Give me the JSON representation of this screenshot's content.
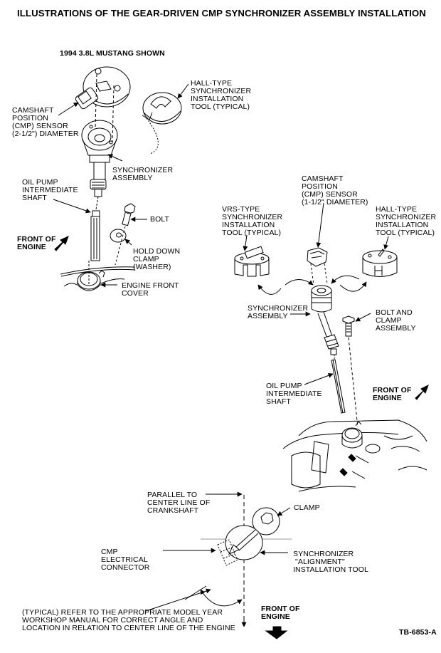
{
  "title": "ILLUSTRATIONS OF THE GEAR-DRIVEN CMP SYNCHRONIZER ASSEMBLY INSTALLATION",
  "figure_id": "TB-6853-A",
  "left_view": {
    "subtitle": "1994 3.8L MUSTANG SHOWN",
    "labels": {
      "cmp_sensor": "CAMSHAFT\nPOSITION\n(CMP) SENSOR\n(2-1/2\") DIAMETER",
      "hall_tool": "HALL-TYPE\nSYNCHRONIZER\nINSTALLATION\nTOOL (TYPICAL)",
      "synchronizer": "SYNCHRONIZER\nASSEMBLY",
      "oil_pump_shaft": "OIL PUMP\nINTERMEDIATE\nSHAFT",
      "bolt": "BOLT",
      "front_of_engine": "FRONT OF\nENGINE",
      "hold_down_clamp": "HOLD DOWN\nCLAMP\n(WASHER)",
      "engine_front_cover": "ENGINE FRONT\nCOVER"
    }
  },
  "right_view": {
    "labels": {
      "cmp_sensor": "CAMSHAFT\nPOSITION\n(CMP) SENSOR\n(1-1/2\" DIAMETER)",
      "vrs_tool": "VRS-TYPE\nSYNCHRONIZER\nINSTALLATION\nTOOL (TYPICAL)",
      "hall_tool": "HALL-TYPE\nSYNCHRONIZER\nINSTALLATION\nTOOL (TYPICAL)",
      "synchronizer": "SYNCHRONIZER\nASSEMBLY",
      "bolt_clamp": "BOLT AND\nCLAMP\nASSEMBLY",
      "oil_pump_shaft": "OIL PUMP\nINTERMEDIATE\nSHAFT",
      "front_of_engine": "FRONT OF\nENGINE"
    }
  },
  "bottom_view": {
    "labels": {
      "parallel": "PARALLEL TO\nCENTER LINE OF\nCRANKSHAFT",
      "clamp": "CLAMP",
      "cmp_connector": "CMP\nELECTRICAL\nCONNECTOR",
      "alignment_tool": "SYNCHRONIZER\n \"ALIGNMENT\"\nINSTALLATION TOOL",
      "typical_note": "(TYPICAL) REFER TO THE APPROPRIATE MODEL YEAR\nWORKSHOP MANUAL FOR CORRECT ANGLE AND\nLOCATION IN RELATION TO CENTER LINE OF THE ENGINE",
      "front_of_engine": "FRONT OF\nENGINE"
    }
  }
}
